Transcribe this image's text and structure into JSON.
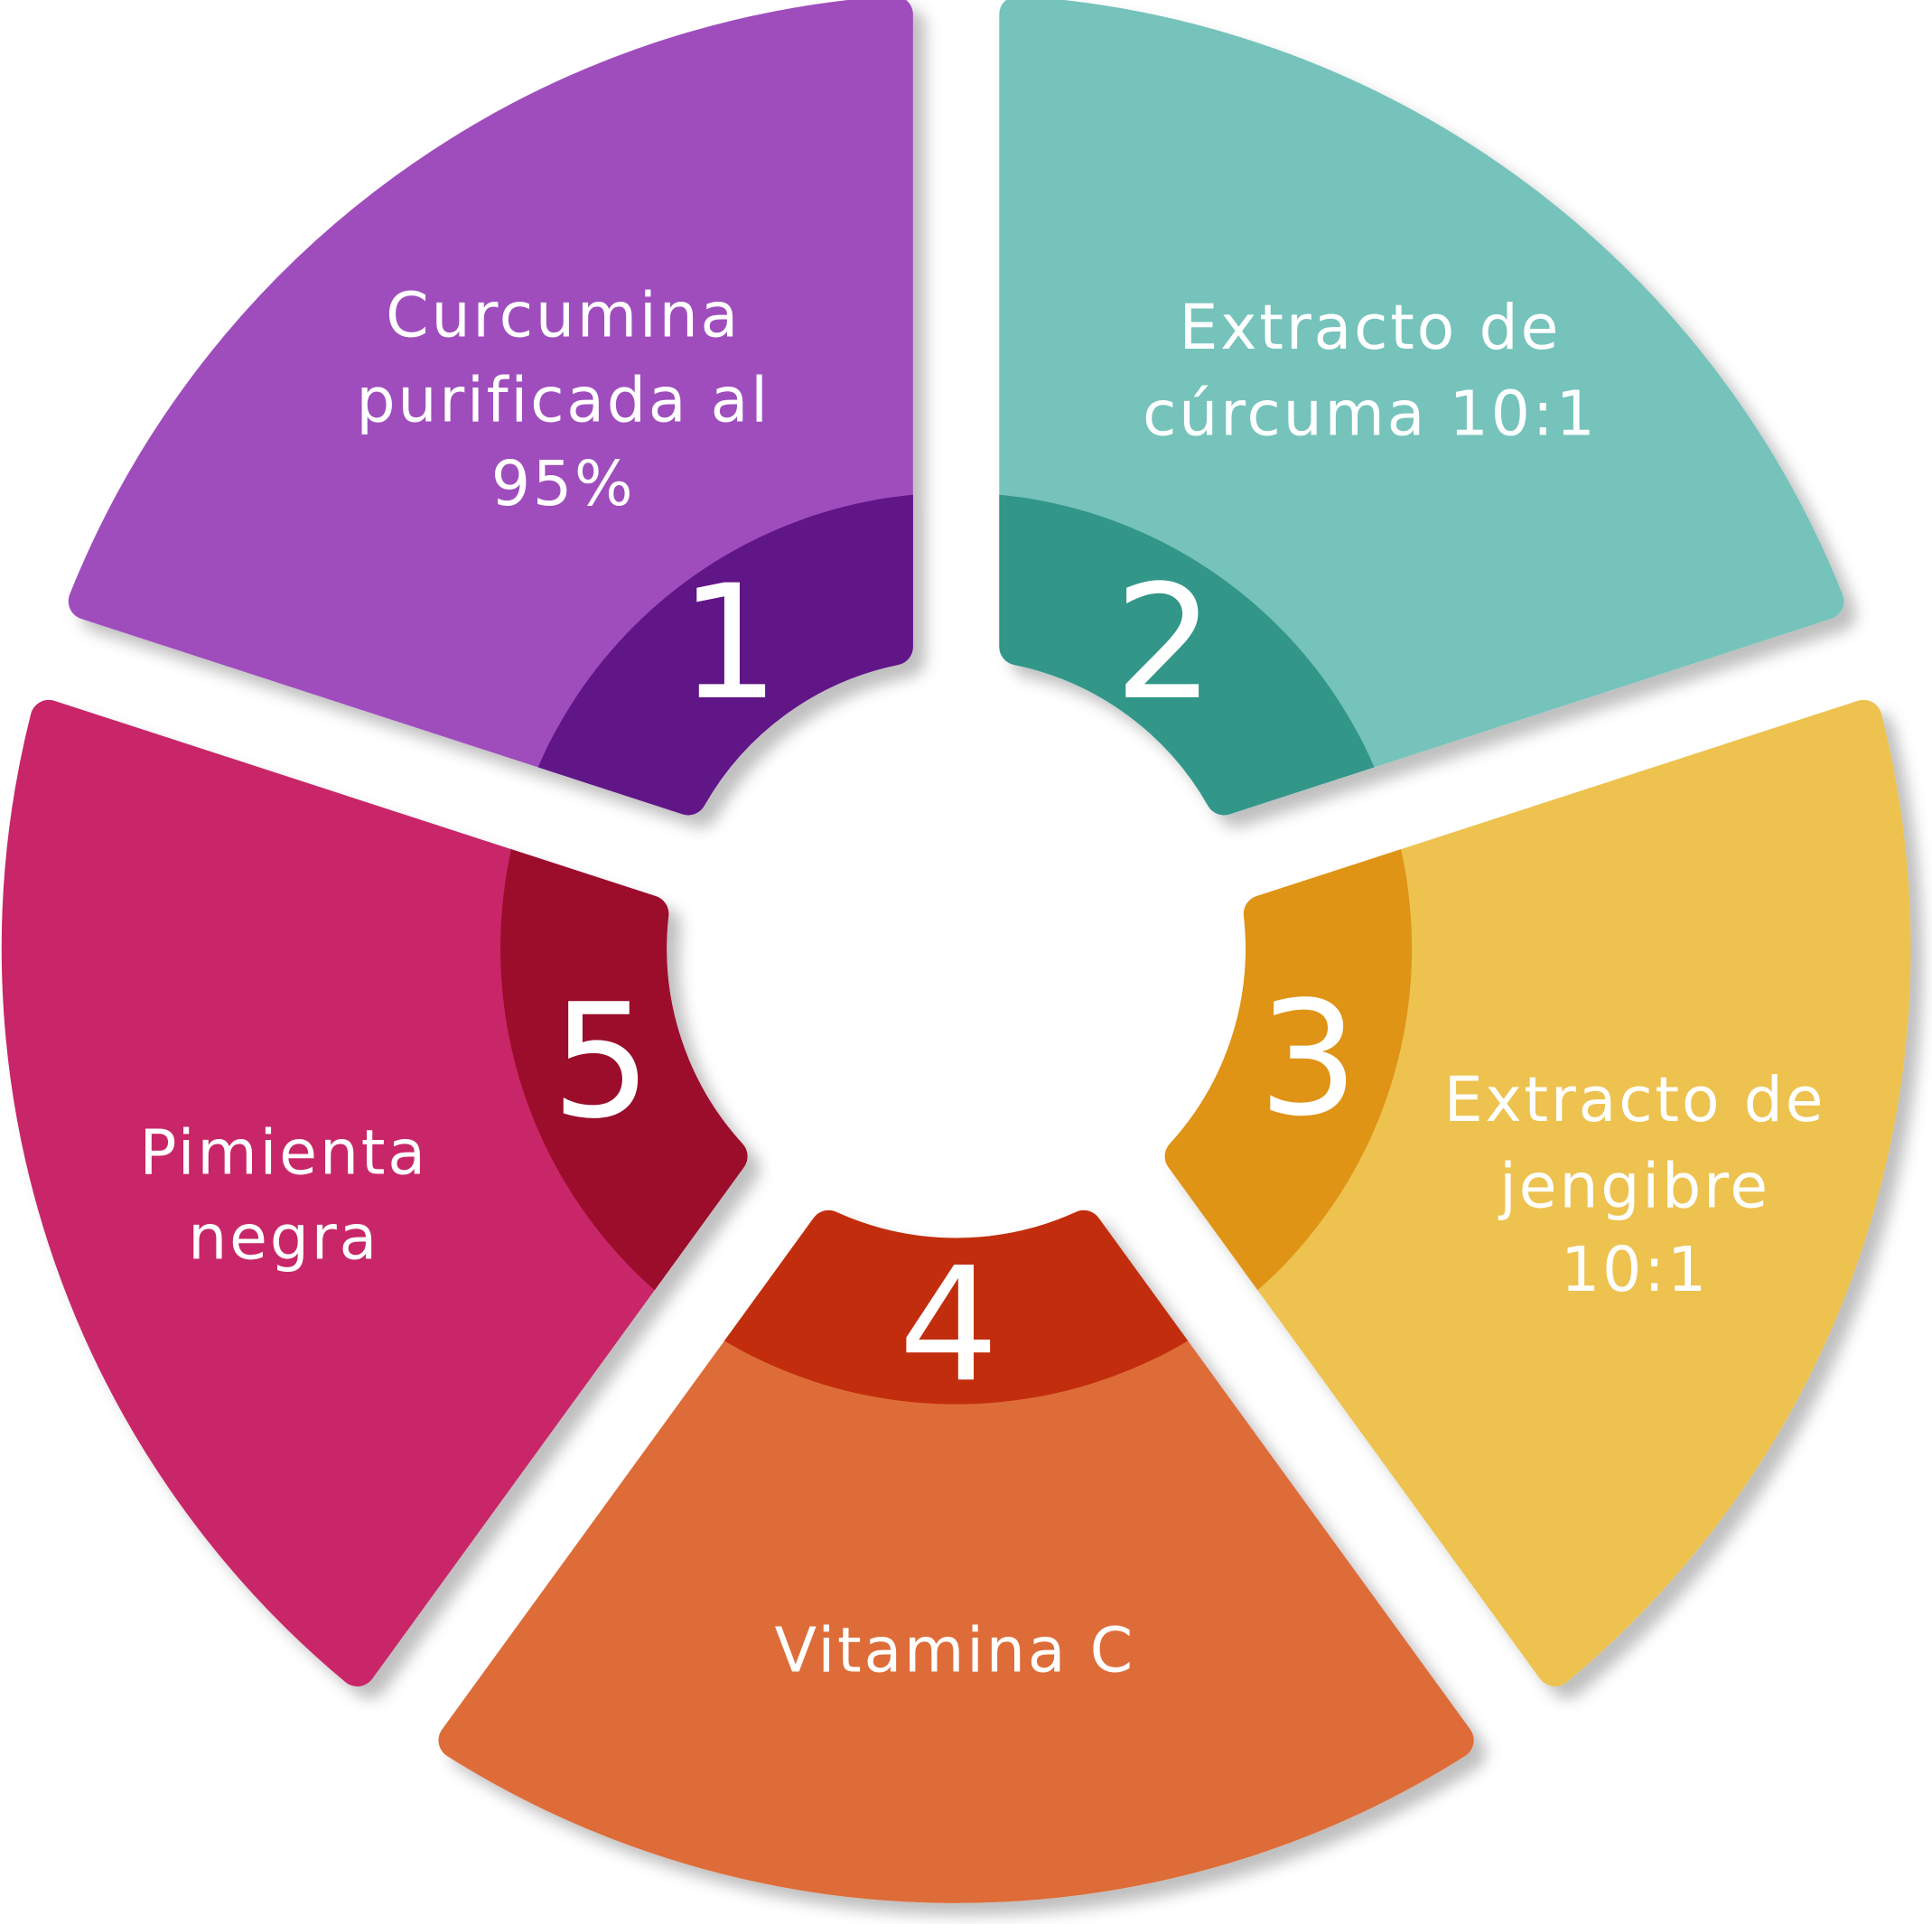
{
  "segments": [
    {
      "number": "1",
      "label": [
        "Curcumina",
        "purificada al",
        "95%"
      ],
      "color_light": "#9f4ebd",
      "color_dark": "#611587"
    },
    {
      "number": "2",
      "label": [
        "Extracto de",
        "cúrcuma 10:1"
      ],
      "color_light": "#74c3bb",
      "color_dark": "#329689"
    },
    {
      "number": "3",
      "label": [
        "Extracto de",
        "jengibre",
        "10:1"
      ],
      "color_light": "#edc24f",
      "color_dark": "#df9419"
    },
    {
      "number": "4",
      "label": [
        "Vitamina C"
      ],
      "color_light": "#de6c37",
      "color_dark": "#c22d0d"
    },
    {
      "number": "5",
      "label": [
        "Pimienta",
        "negra"
      ],
      "color_light": "#c82868",
      "color_dark": "#9b0a2c"
    }
  ]
}
